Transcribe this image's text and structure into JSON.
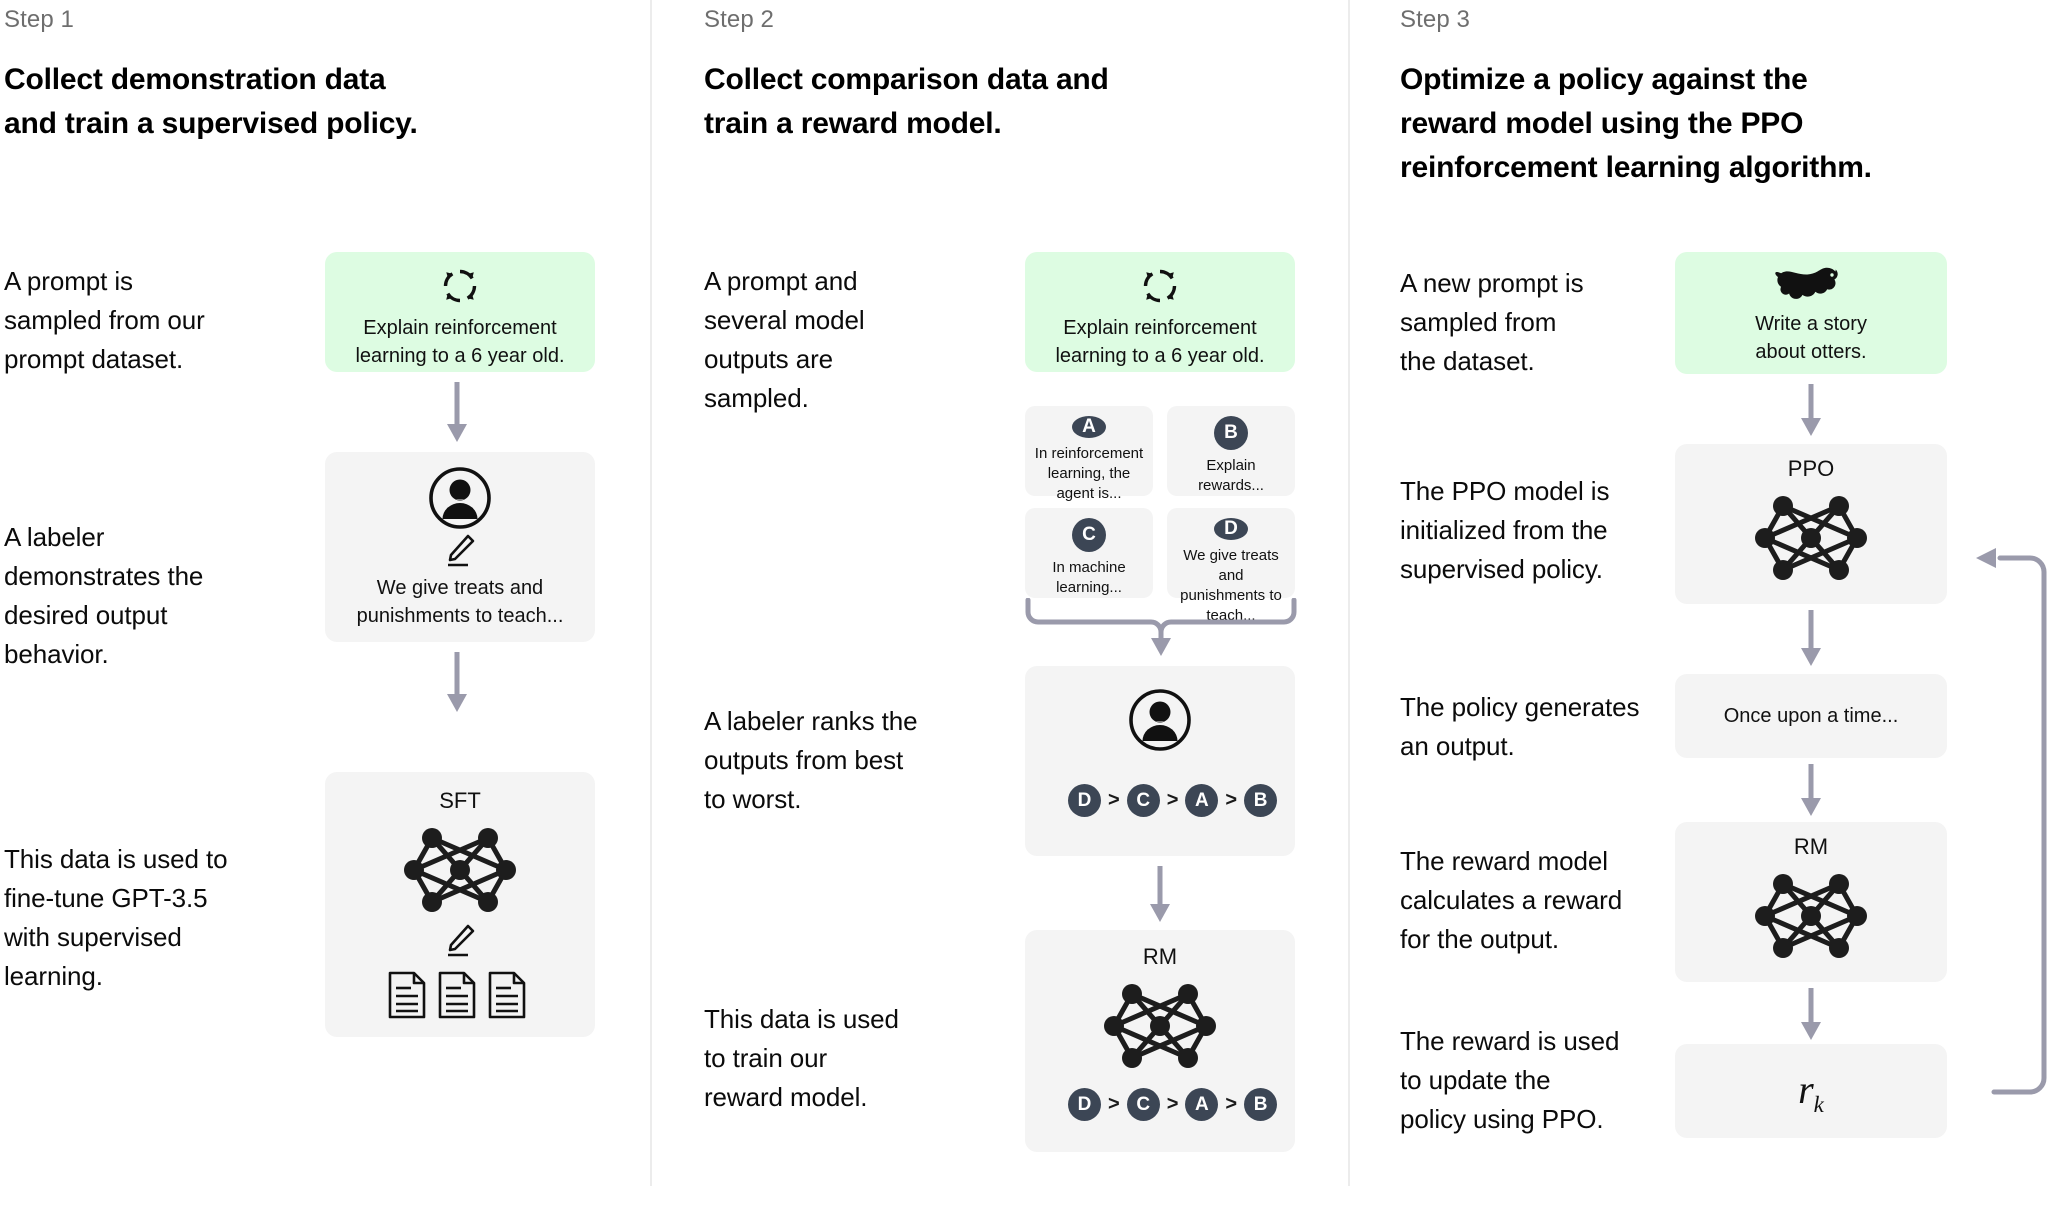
{
  "colors": {
    "prompt_card_green": "#ddfce2",
    "card_gray": "#f4f4f4",
    "badge_navy": "#3c4655",
    "arrow_gray": "#9a9aab",
    "divider": "#ececec",
    "step_label": "#6e6e6e"
  },
  "columns": [
    {
      "step_label": "Step 1",
      "title_line1": "Collect demonstration data",
      "title_line2": "and train a supervised policy.",
      "paragraphs": [
        "A prompt is\nsampled from our\nprompt dataset.",
        "A labeler\ndemonstrates the\ndesired output\nbehavior.",
        "This data is used to\nfine-tune GPT-3.5\nwith supervised\nlearning."
      ],
      "cards": [
        {
          "name": "prompt-card",
          "style": "green",
          "icon": "cycle-icon",
          "text": "Explain reinforcement\nlearning to a 6 year old."
        },
        {
          "name": "labeler-card",
          "style": "gray",
          "icon": "person-circle-icon",
          "sub_icon": "pencil-icon",
          "text": "We give treats and\npunishments to teach..."
        },
        {
          "name": "sft-card",
          "style": "gray",
          "title": "SFT",
          "icon": "neural-network-icon",
          "sub_icon": "pencil-icon",
          "extra_icon": "documents-icon"
        }
      ]
    },
    {
      "step_label": "Step 2",
      "title_line1": "Collect comparison data and",
      "title_line2": "train a reward model.",
      "paragraphs": [
        "A prompt and\nseveral model\noutputs are\nsampled.",
        "A labeler ranks the\noutputs from best\nto worst.",
        "This data is used\nto train our\nreward model."
      ],
      "prompt_card": {
        "style": "green",
        "icon": "cycle-icon",
        "text": "Explain reinforcement\nlearning to a 6 year old."
      },
      "outputs": [
        {
          "badge": "A",
          "text": "In reinforcement\nlearning, the\nagent is..."
        },
        {
          "badge": "B",
          "text": "Explain rewards..."
        },
        {
          "badge": "C",
          "text": "In machine\nlearning..."
        },
        {
          "badge": "D",
          "text": "We give treats and\npunishments to\nteach..."
        }
      ],
      "labeler_card": {
        "style": "gray",
        "icon": "person-circle-icon",
        "ranking": [
          "D",
          "C",
          "A",
          "B"
        ],
        "ranking_separator": ">"
      },
      "rm_card": {
        "style": "gray",
        "title": "RM",
        "icon": "neural-network-icon",
        "ranking": [
          "D",
          "C",
          "A",
          "B"
        ],
        "ranking_separator": ">"
      }
    },
    {
      "step_label": "Step 3",
      "title_line1": "Optimize a policy against the",
      "title_line2": "reward model using the PPO",
      "title_line3": "reinforcement learning algorithm.",
      "paragraphs": [
        "A new prompt is\nsampled from\nthe dataset.",
        "The PPO model is\ninitialized from the\nsupervised policy.",
        "The policy generates\nan output.",
        "The reward model\ncalculates a reward\nfor the output.",
        "The reward is used\nto update the\npolicy using PPO."
      ],
      "cards": [
        {
          "name": "prompt-card",
          "style": "green",
          "icon": "otter-icon",
          "text": "Write a story\nabout otters."
        },
        {
          "name": "ppo-card",
          "style": "gray",
          "title": "PPO",
          "icon": "neural-network-icon"
        },
        {
          "name": "output-card",
          "style": "gray",
          "text": "Once upon a time..."
        },
        {
          "name": "rm-card",
          "style": "gray",
          "title": "RM",
          "icon": "neural-network-icon"
        },
        {
          "name": "reward-card",
          "style": "gray",
          "formula_base": "r",
          "formula_sub": "k"
        }
      ]
    }
  ]
}
